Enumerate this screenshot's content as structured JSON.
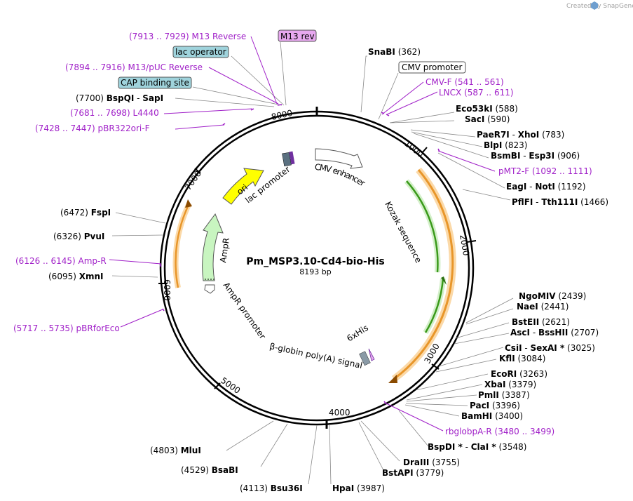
{
  "watermark": "Created by SnapGene",
  "plasmid": {
    "name": "Pm_MSP3.10-Cd4-bio-His",
    "length": "8193 bp"
  },
  "ticks": [
    "1000",
    "2000",
    "3000",
    "4000",
    "5000",
    "6000",
    "7000",
    "8000"
  ],
  "features": {
    "cmv_enhancer": "CMV enhancer",
    "kozak": "Kozak sequence",
    "his": "6xHis",
    "globin": "β-globin poly(A) signal",
    "ampr_promoter": "AmpR promoter",
    "ampr": "AmpR",
    "ori": "ori",
    "lac_promoter": "lac promoter"
  },
  "boxed_labels": {
    "m13rev": "M13 rev",
    "lac_operator": "lac operator",
    "cap": "CAP binding site",
    "cmv_promoter": "CMV promoter"
  },
  "sites": [
    {
      "name": "SnaBI",
      "pos": "(362)"
    },
    {
      "name": "Eco53kI",
      "pos": "(588)"
    },
    {
      "name": "SacI",
      "pos": "(590)"
    },
    {
      "name": "PaeR7I",
      "name2": "XhoI",
      "pos": "(783)"
    },
    {
      "name": "BlpI",
      "pos": "(823)"
    },
    {
      "name": "BsmBI",
      "name2": "Esp3I",
      "pos": "(906)"
    },
    {
      "name": "EagI",
      "name2": "NotI",
      "pos": "(1192)"
    },
    {
      "name": "PflFI",
      "name2": "Tth111I",
      "pos": "(1466)"
    },
    {
      "name": "NgoMIV",
      "pos": "(2439)"
    },
    {
      "name": "NaeI",
      "pos": "(2441)"
    },
    {
      "name": "BstEII",
      "pos": "(2621)"
    },
    {
      "name": "AscI",
      "name2": "BssHII",
      "pos": "(2707)"
    },
    {
      "name": "CsiI",
      "name2": "SexAI *",
      "pos": "(3025)"
    },
    {
      "name": "KflI",
      "pos": "(3084)"
    },
    {
      "name": "EcoRI",
      "pos": "(3263)"
    },
    {
      "name": "XbaI",
      "pos": "(3379)"
    },
    {
      "name": "PmlI",
      "pos": "(3387)"
    },
    {
      "name": "PacI",
      "pos": "(3396)"
    },
    {
      "name": "BamHI",
      "pos": "(3400)"
    },
    {
      "name": "BspDI *",
      "name2": "ClaI *",
      "pos": "(3548)"
    },
    {
      "name": "DraIII",
      "pos": "(3755)"
    },
    {
      "name": "BstAPI",
      "pos": "(3779)"
    },
    {
      "name": "HpaI",
      "pos": "(3987)"
    },
    {
      "name": "Bsu36I",
      "pos": "(4113)"
    },
    {
      "name": "BsaBI",
      "pos": "(4529)"
    },
    {
      "name": "MluI",
      "pos": "(4803)"
    },
    {
      "name": "XmnI",
      "pos": "(6095)"
    },
    {
      "name": "PvuI",
      "pos": "(6326)"
    },
    {
      "name": "FspI",
      "pos": "(6472)"
    },
    {
      "name": "BspQI",
      "name2": "SapI",
      "pos": "(7700)"
    }
  ],
  "primers": [
    {
      "name": "CMV-F",
      "range": "(541 .. 561)"
    },
    {
      "name": "LNCX",
      "range": "(587 .. 611)"
    },
    {
      "name": "pMT2-F",
      "range": "(1092 .. 1111)"
    },
    {
      "name": "rbglobpA-R",
      "range": "(3480 .. 3499)"
    },
    {
      "name": "pBRforEco",
      "range": "(5717 .. 5735)"
    },
    {
      "name": "Amp-R",
      "range": "(6126 .. 6145)"
    },
    {
      "name": "pBR322ori-F",
      "range": "(7428 .. 7447)"
    },
    {
      "name": "L4440",
      "range": "(7681 .. 7698)"
    },
    {
      "name": "M13/pUC Reverse",
      "range": "(7894 .. 7916)"
    },
    {
      "name": "M13 Reverse",
      "range": "(7913 .. 7929)"
    }
  ],
  "colors": {
    "backbone": "#000000",
    "primer": "#a020c8",
    "orf_orange": "#e8962a",
    "orf_green": "#3a9a1a",
    "ori": "#ffff00",
    "ampr": "#c8f5c0",
    "box_blue": "#9fd3dc",
    "box_purple": "#e7a8ef"
  }
}
